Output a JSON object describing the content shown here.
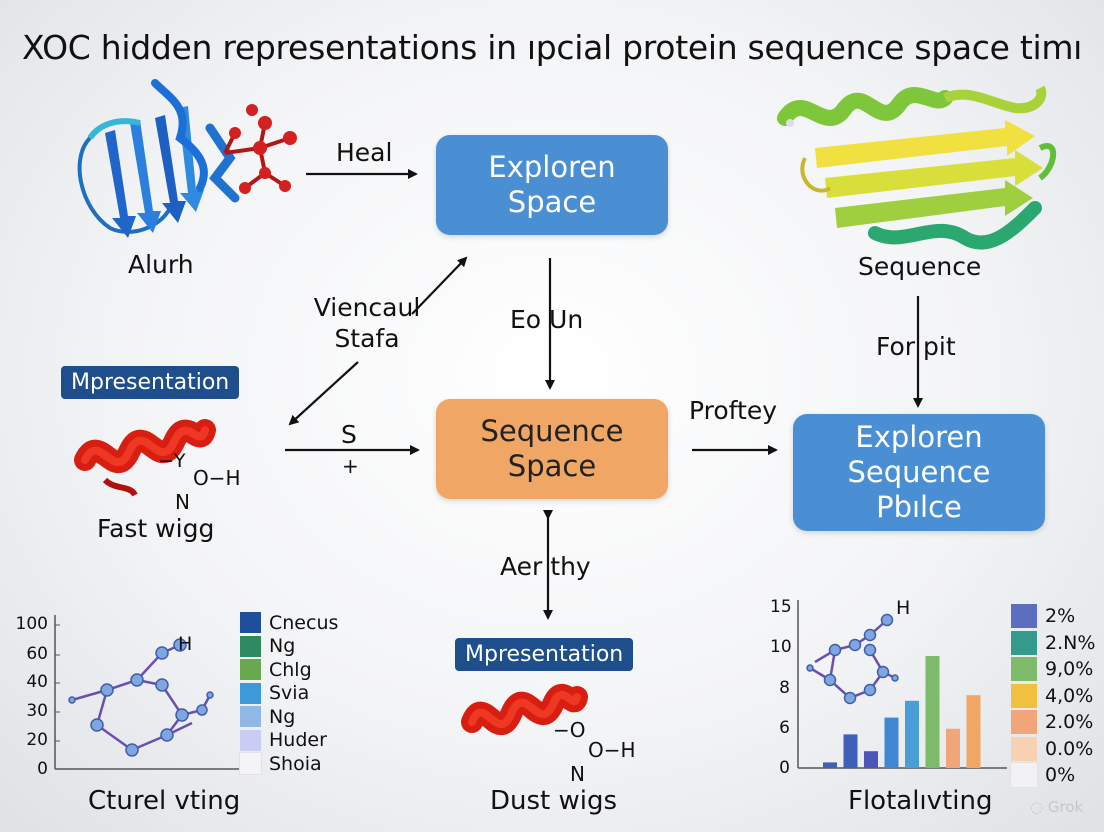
{
  "title": "XOC hidden representations in ıpcial protein sequence space timı",
  "top_left": {
    "label": "Alurh",
    "arrow_label": "Heal"
  },
  "box_explore_space": {
    "text": "Exploren\nSpace",
    "color": "#4a8fd4"
  },
  "top_right": {
    "label": "Sequence",
    "arrow_label": "For pit"
  },
  "diag_label": "Viencaul\nStafa",
  "center_arrow_label": "Eo Un",
  "left_middle": {
    "tag": "Mpresentation",
    "chem_top": "−Y",
    "chem_oh": "O−H",
    "chem_n": "N",
    "caption": "Fast wigg",
    "arrow_label_top": "S",
    "arrow_label_bottom": "+"
  },
  "box_sequence_space": {
    "text": "Sequence\nSpace",
    "color": "#f0a765"
  },
  "right_arrow_label": "Proftey",
  "box_explore_sequence": {
    "text": "Exploren\nSequence\nPbılce",
    "color": "#4a8fd4"
  },
  "bottom_center": {
    "arrow_label": "Aer thy",
    "tag": "Mpresentation",
    "chem_o": "−O",
    "chem_oh": "O−H",
    "chem_n": "N",
    "caption": "Dust wigs"
  },
  "bottom_left": {
    "y_ticks": [
      "100",
      "60",
      "40",
      "30",
      "20",
      "0"
    ],
    "molecule_label": "H",
    "legend": [
      {
        "label": "Cnecus",
        "color": "#1f4e9a"
      },
      {
        "label": "Ng",
        "color": "#2f8a62"
      },
      {
        "label": "Chlg",
        "color": "#6aa84f"
      },
      {
        "label": "Svia",
        "color": "#3d9ad6"
      },
      {
        "label": "Ng",
        "color": "#8fb8e8"
      },
      {
        "label": "Huder",
        "color": "#c9cdf3"
      },
      {
        "label": "Shoia",
        "color": "#f4f4f6"
      }
    ],
    "caption": "Cturel vting"
  },
  "bottom_right": {
    "y_ticks": [
      "15",
      "10",
      "8",
      "6",
      "0"
    ],
    "molecule_label": "H",
    "legend": [
      {
        "label": "2%",
        "color": "#5b6ec0"
      },
      {
        "label": "2.N%",
        "color": "#35998c"
      },
      {
        "label": "9,0%",
        "color": "#7dbb6a"
      },
      {
        "label": "4,0%",
        "color": "#f0c040"
      },
      {
        "label": "2.0%",
        "color": "#f3a57a"
      },
      {
        "label": "0.0%",
        "color": "#f6d2b2"
      },
      {
        "label": "0%",
        "color": "#f2f2f4"
      }
    ],
    "caption": "Flotalıvting"
  },
  "chart_data": {
    "type": "bar",
    "title": "",
    "xlabel": "",
    "ylabel": "",
    "ylim": [
      0,
      15
    ],
    "values": [
      0.5,
      3,
      1.5,
      4.5,
      6,
      10,
      3.5,
      6.5
    ],
    "colors": [
      "#3f5fb8",
      "#3f5fb8",
      "#4b56b8",
      "#3f87d0",
      "#4a9ed8",
      "#7dbb6a",
      "#f3a57a",
      "#f0a765"
    ]
  },
  "watermark": "Grok"
}
